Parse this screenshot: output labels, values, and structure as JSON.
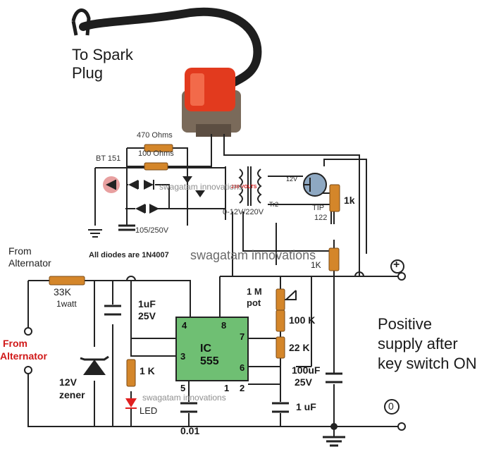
{
  "title": {
    "spark_plug_line1": "To Spark",
    "spark_plug_line2": "Plug"
  },
  "labels": {
    "r470": "470 Ohms",
    "r100": "100 Ohms",
    "bt151": "BT 151",
    "cap105": "105/250V",
    "diodes_note": "All diodes are 1N4007",
    "transformer": "0-12V/220V",
    "tr2": "Tr2",
    "t12v": "12V",
    "t230v": "230 VOLTS",
    "tip": "TIP",
    "tip_num": "122",
    "r1k_top": "1k",
    "r1k_mid": "1K",
    "from_alt_1_line1": "From",
    "from_alt_1_line2": "Alternator",
    "r33k": "33K",
    "r33k_watt": "1watt",
    "cap1uf_line1": "1uF",
    "cap1uf_line2": "25V",
    "from_alt_2_line1": "From",
    "from_alt_2_line2": "Alternator",
    "zener_line1": "12V",
    "zener_line2": "zener",
    "r1k_led": "1 K",
    "led": "LED",
    "cap001": "0.01",
    "pot_line1": "1 M",
    "pot_line2": "pot",
    "r100k": "100 K",
    "r22k": "22 K",
    "cap100uf_line1": "100uF",
    "cap100uf_line2": "25V",
    "cap1uf_bottom": "1 uF",
    "positive_line1": "Positive",
    "positive_line2": "supply after",
    "positive_line3": "key switch ON",
    "plus": "+",
    "zero": "0"
  },
  "ic": {
    "name_line1": "IC",
    "name_line2": "555",
    "pins": {
      "p1": "1",
      "p2": "2",
      "p3": "3",
      "p4": "4",
      "p5": "5",
      "p6": "6",
      "p7": "7",
      "p8": "8"
    }
  },
  "watermarks": {
    "w1": "swagatam innovations",
    "w2": "swagatam innovations",
    "w3": "swagatam innovations"
  },
  "colors": {
    "wire": "#222222",
    "resistor": "#d4862a",
    "ic_fill": "#6fbf73",
    "coil_red": "#e23a1e",
    "led_red": "#e02020",
    "label_red": "#d01818"
  }
}
